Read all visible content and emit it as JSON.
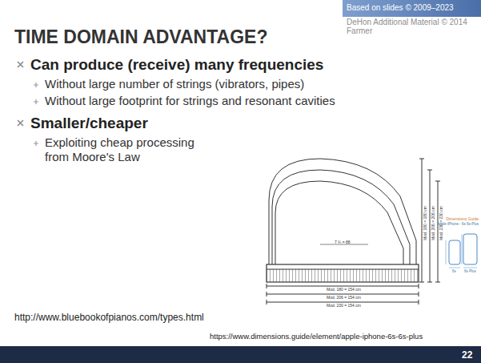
{
  "diagram": {
    "title": "TIME DOMAIN ADVANTAGE?",
    "labels": [
      "Can produce (receive) many frequencies",
      "Without large number of strings (vibrators, pipes)",
      "Without large footprint for strings and resonant cavities",
      "Smaller/cheaper",
      "Exploiting cheap processing from Moore's Law",
      "http://www.bluebookofpianos.com/types.html",
      "https://www.dimensions.guide/element/apple-iphone-6s-6s-plus",
      "22",
      "Based on slides © 2009–2023",
      "DeHon Additional Material © 2014",
      "Farmer",
      "Mod. 180 = 180 cm",
      "Mod. 206 = 206 cm",
      "Mod. 230 = 230 cm",
      "Mod. 180 = 154 cm",
      "Mod. 206 = 154 cm",
      "Mod. 230 = 154 cm",
      "7 ¼ = 88",
      "Dimensions Guide",
      "Apple iPhone - 6s 6s-Plus",
      "6s",
      "6s Plus"
    ]
  }
}
